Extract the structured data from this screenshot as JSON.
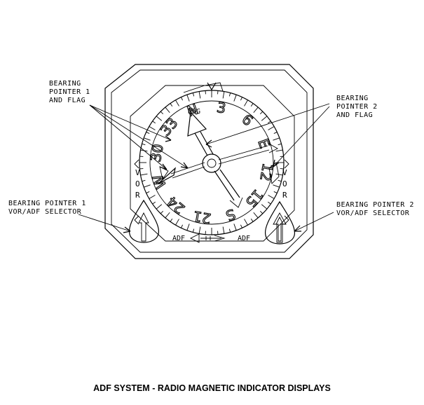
{
  "caption": "ADF SYSTEM - RADIO MAGNETIC INDICATOR DISPLAYS",
  "callouts": {
    "bp1_flag": [
      "BEARING",
      "POINTER 1",
      "AND FLAG"
    ],
    "bp2_flag": [
      "BEARING",
      "POINTER 2",
      "AND FLAG"
    ],
    "bp1_selector": [
      "BEARING POINTER 1",
      "VOR/ADF SELECTOR"
    ],
    "bp2_selector": [
      "BEARING POINTER 2",
      "VOR/ADF SELECTOR"
    ]
  },
  "instrument": {
    "side_left": [
      "V",
      "O",
      "R"
    ],
    "side_right": [
      "V",
      "O",
      "R"
    ],
    "adf_left": "ADF",
    "adf_right": "ADF",
    "hdg": "HDG",
    "card_numbers": [
      "N",
      "3",
      "6",
      "E",
      "12",
      "15",
      "S",
      "21",
      "24",
      "W",
      "30",
      "33"
    ]
  }
}
